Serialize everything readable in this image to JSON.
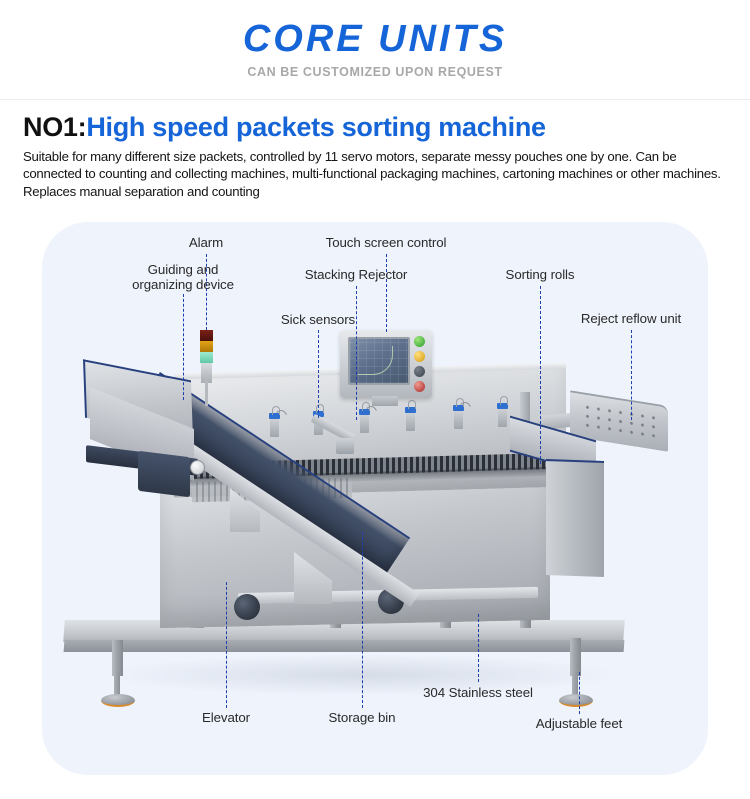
{
  "header": {
    "title": "CORE UNITS",
    "subtitle": "CAN BE CUSTOMIZED UPON REQUEST"
  },
  "product": {
    "number": "NO1:",
    "name": "High speed packets sorting machine",
    "description": "Suitable for many different size packets, controlled by 11 servo motors,   separate messy pouches one by one. Can be connected to counting and collecting machines, multi-functional packaging machines, cartoning machines or other machines. Replaces manual separation and counting"
  },
  "diagram": {
    "callouts": [
      {
        "id": "guiding-and-organizing-device",
        "label": "Guiding and\norganizing device"
      },
      {
        "id": "alarm",
        "label": "Alarm"
      },
      {
        "id": "sick-sensors",
        "label": "Sick sensors"
      },
      {
        "id": "stacking-rejector",
        "label": "Stacking Rejector"
      },
      {
        "id": "touch-screen-control",
        "label": "Touch screen control"
      },
      {
        "id": "sorting-rolls",
        "label": "Sorting rolls"
      },
      {
        "id": "reject-reflow-unit",
        "label": "Reject reflow unit"
      },
      {
        "id": "elevator",
        "label": "Elevator"
      },
      {
        "id": "storage-bin",
        "label": "Storage bin"
      },
      {
        "id": "stainless-steel-grade",
        "label": "304 Stainless steel"
      },
      {
        "id": "adjustable-feet",
        "label": "Adjustable feet"
      }
    ]
  },
  "colors": {
    "brand_blue": "#1565d8",
    "leader_line_blue": "#1b3fae",
    "panel_background": "#eef3fc",
    "subtitle_gray": "#a8a8a8",
    "label_text": "#2a2a2a",
    "machine_trim_blue": "#28417e"
  }
}
